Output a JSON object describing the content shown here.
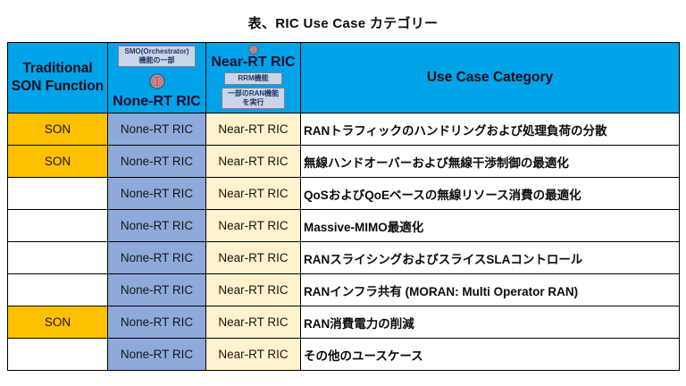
{
  "title": "表、RIC Use Case カテゴリー",
  "colors": {
    "header_bg": "#00A2E8",
    "son_bg": "#FFC000",
    "none_rt_bg": "#8EAADB",
    "near_rt_bg": "#FFF2CC",
    "sub_box_bg": "#C9D5E8"
  },
  "header": {
    "col1": "Traditional SON Function",
    "col2": {
      "box_line1": "SMO(Orchestrator)",
      "box_line2": "機能の一部",
      "icon": "brain-icon",
      "label": "None-RT RIC"
    },
    "col3": {
      "icon": "brain-icon",
      "label": "Near-RT RIC",
      "rrm_box": "RRM機能",
      "ran_box_line1": "一部のRAN機能",
      "ran_box_line2": "を実行"
    },
    "col4": "Use Case Category"
  },
  "rows": [
    {
      "son": "SON",
      "none_rt": "None-RT RIC",
      "near_rt": "Near-RT RIC",
      "use_case": "RANトラフィックのハンドリングおよび処理負荷の分散"
    },
    {
      "son": "SON",
      "none_rt": "None-RT RIC",
      "near_rt": "Near-RT RIC",
      "use_case": "無線ハンドオーバーおよび無線干渉制御の最適化"
    },
    {
      "son": "",
      "none_rt": "None-RT RIC",
      "near_rt": "Near-RT RIC",
      "use_case": "QoSおよびQoEベースの無線リソース消費の最適化"
    },
    {
      "son": "",
      "none_rt": "None-RT RIC",
      "near_rt": "Near-RT RIC",
      "use_case": "Massive-MIMO最適化"
    },
    {
      "son": "",
      "none_rt": "None-RT RIC",
      "near_rt": "Near-RT RIC",
      "use_case": "RANスライシングおよびスライスSLAコントロール"
    },
    {
      "son": "",
      "none_rt": "None-RT RIC",
      "near_rt": "Near-RT RIC",
      "use_case": "RANインフラ共有 (MORAN: Multi Operator RAN)"
    },
    {
      "son": "SON",
      "none_rt": "None-RT RIC",
      "near_rt": "Near-RT RIC",
      "use_case": "RAN消費電力の削減"
    },
    {
      "son": "",
      "none_rt": "None-RT RIC",
      "near_rt": "Near-RT RIC",
      "use_case": "その他のユースケース"
    }
  ]
}
